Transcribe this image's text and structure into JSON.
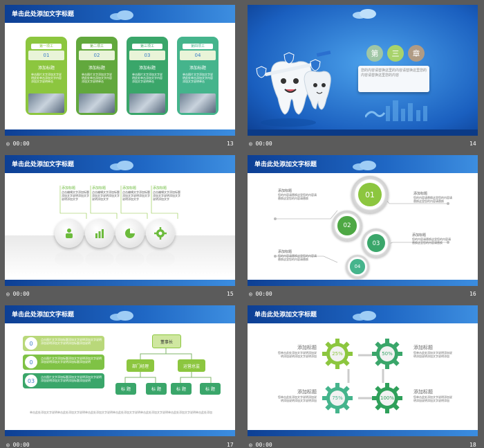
{
  "slides": [
    {
      "num": "13",
      "time": "00:00",
      "title": "单击此处添加文字标题",
      "cards": [
        {
          "tag": "第一项工",
          "num": "01",
          "head": "添加标题",
          "body": "单击图片文字添加文字说明此处单击添加文字内容添加文字说明单击",
          "color": "#8cc63f"
        },
        {
          "tag": "第二项工",
          "num": "02",
          "head": "添加标题",
          "body": "单击图片文字添加文字说明此处单击添加文字内容添加文字说明单击",
          "color": "#62a83d"
        },
        {
          "tag": "第三项工",
          "num": "03",
          "head": "添加标题",
          "body": "单击图片文字添加文字说明此处单击添加文字内容添加文字说明单击",
          "color": "#3aa66a"
        },
        {
          "tag": "第四项工",
          "num": "04",
          "head": "添加标题",
          "body": "单击图片文字添加文字说明此处单击添加文字内容添加文字说明单击",
          "color": "#45b48c"
        }
      ]
    },
    {
      "num": "14",
      "time": "00:00",
      "chars": [
        "第",
        "三",
        "章"
      ],
      "desc": "您的内容请替换这里的内容请替换这里您的内容请替换这里您的内容"
    },
    {
      "num": "15",
      "time": "00:00",
      "title": "单击此处添加文字标题",
      "items": [
        {
          "head": "添加标题",
          "body": "点击编辑文字添加标题添加文字说明添加文字说明添加文字"
        },
        {
          "head": "添加标题",
          "body": "点击编辑文字添加标题添加文字说明添加文字说明添加文字"
        },
        {
          "head": "添加标题",
          "body": "点击编辑文字添加标题添加文字说明添加文字说明添加文字"
        },
        {
          "head": "添加标题",
          "body": "点击编辑文字添加标题添加文字说明添加文字说明添加文字"
        }
      ],
      "icons": [
        "person-icon",
        "bar-chart-icon",
        "pie-chart-icon",
        "gear-icon"
      ]
    },
    {
      "num": "16",
      "time": "00:00",
      "title": "单击此处添加文字标题",
      "steps": [
        "01",
        "02",
        "03",
        "04"
      ],
      "notes": [
        {
          "head": "添加标题",
          "body": "您的内容请替换这里您的内容请替换这里您的内容请替换"
        },
        {
          "head": "添加标题",
          "body": "您的内容请替换这里您的内容请替换这里您的内容请替换"
        },
        {
          "head": "添加标题",
          "body": "您的内容请替换这里您的内容请替换这里您的内容请替换"
        },
        {
          "head": "添加标题",
          "body": "您的内容请替换这里您的内容请替换这里您的内容请替换"
        }
      ]
    },
    {
      "num": "17",
      "time": "00:00",
      "title": "单击此处添加文字标题",
      "bars": [
        {
          "n": "0",
          "t": "点击图片文字添加标题添加文字说明添加文字说明添加说明添加文字说明添加标题添加说明"
        },
        {
          "n": "0",
          "t": "点击图片文字添加标题添加文字说明添加文字说明添加说明添加文字说明添加标题添加说明"
        },
        {
          "n": "03",
          "t": "点击图片文字添加标题添加文字说明添加文字说明添加说明添加文字说明添加标题添加说明"
        }
      ],
      "org": {
        "top": "董事长",
        "mid": [
          "部门经理",
          "运营总监"
        ],
        "leaf": [
          "标 题",
          "标 题",
          "标 题",
          "标 题"
        ]
      },
      "footer": "单击此处添加文字说明单击此处添加文字说明单击此处添加文字说明单击此处添加文字说明单击此处添加文字说明单击此处添加文字说明单击此处添加"
    },
    {
      "num": "18",
      "time": "00:00",
      "title": "单击此处添加文字标题",
      "gears": [
        {
          "pct": "25%",
          "head": "添加标题",
          "body": "您单击此处添加文字说明添加说明添加说明添加文字说明添加"
        },
        {
          "pct": "50%",
          "head": "添加标题",
          "body": "您单击此处添加文字说明添加说明添加说明添加文字说明添加"
        },
        {
          "pct": "75%",
          "head": "添加标题",
          "body": "您单击此处添加文字说明添加说明添加说明添加文字说明添加"
        },
        {
          "pct": "100%",
          "head": "添加标题",
          "body": "您单击此处添加文字说明添加说明添加说明添加文字说明添加"
        }
      ]
    }
  ]
}
